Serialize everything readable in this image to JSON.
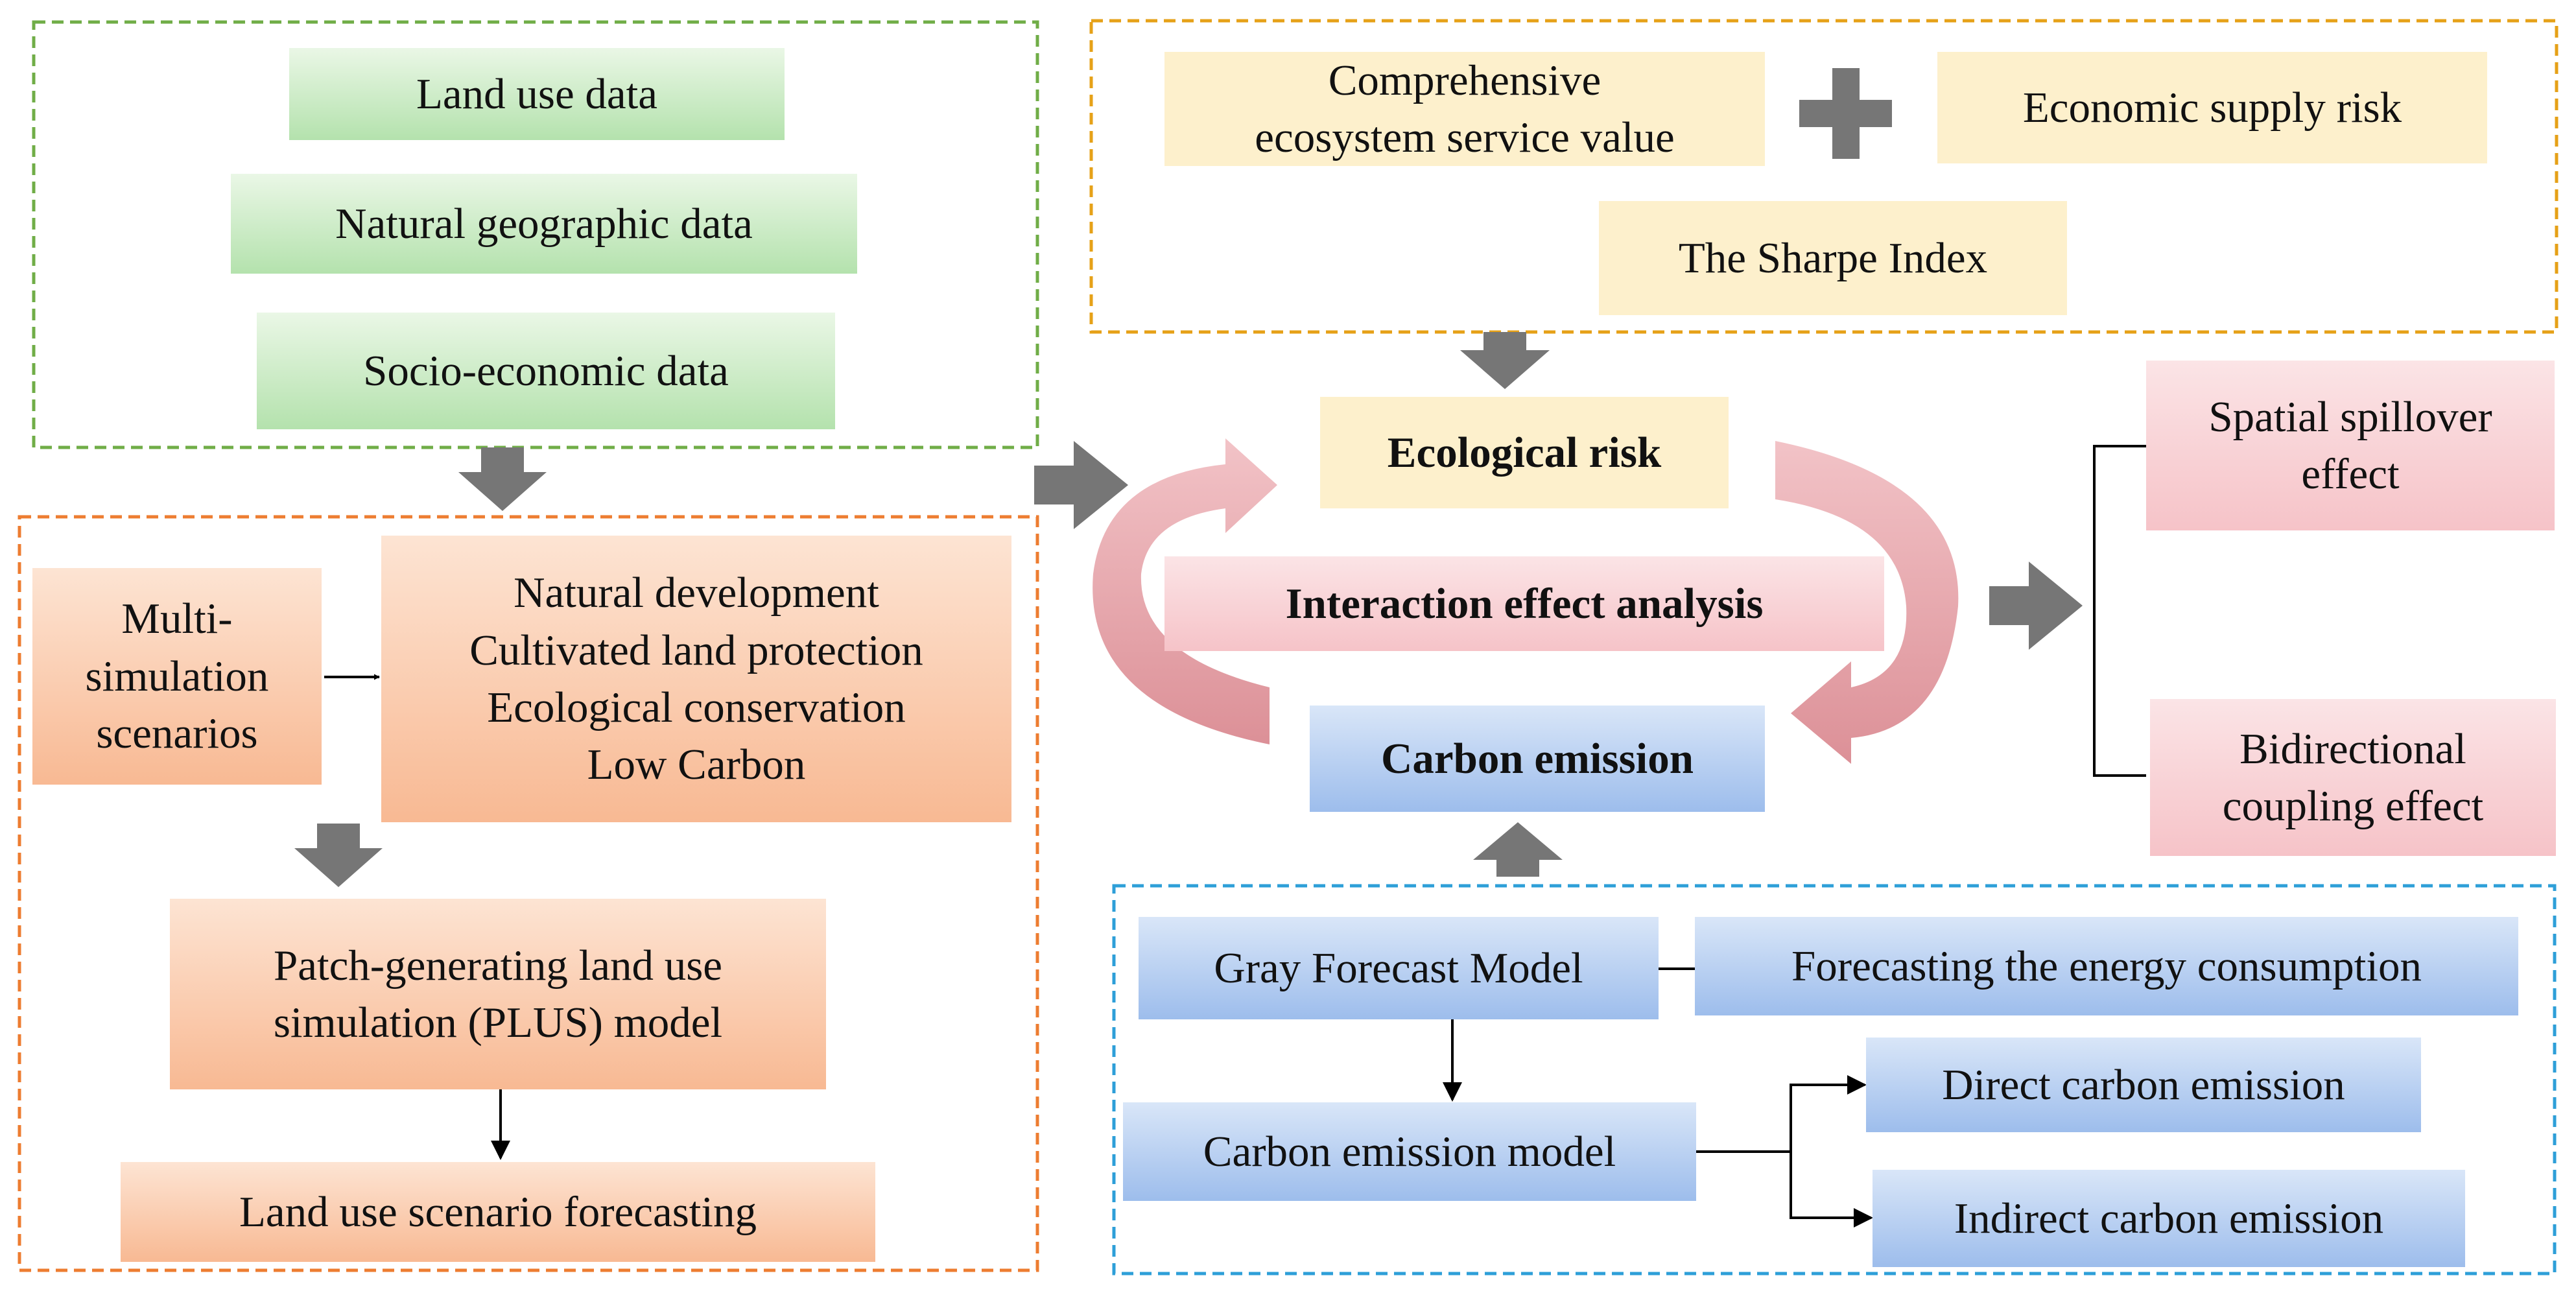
{
  "data_inputs": {
    "land_use": "Land use data",
    "natural_geographic": "Natural geographic  data",
    "socio_economic": "Socio-economic  data"
  },
  "simulation": {
    "multi_scenarios": [
      "Multi-",
      "simulation",
      "scenarios"
    ],
    "scenarios": [
      "Natural development",
      "Cultivated land protection",
      "Ecological  conservation",
      "Low Carbon"
    ],
    "plus_model": [
      "Patch-generating  land use",
      "simulation  (PLUS) model"
    ],
    "forecasting": "Land use scenario  forecasting"
  },
  "ecological": {
    "ecosystem_service": [
      "Comprehensive",
      "ecosystem  service  value"
    ],
    "supply_risk": "Economic  supply risk",
    "sharpe_index": "The Sharpe Index"
  },
  "center": {
    "ecological_risk": "Ecological risk",
    "interaction": "Interaction  effect analysis",
    "carbon_emission": "Carbon  emission"
  },
  "effects": {
    "spatial_spillover": [
      "Spatial  spillover",
      "effect"
    ],
    "bidirectional": [
      "Bidirectional",
      "coupling  effect"
    ]
  },
  "carbon": {
    "gray_model": "Gray Forecast Model",
    "energy_forecast": "Forecasting  the energy  consumption",
    "carbon_model": "Carbon emission  model",
    "direct": "Direct  carbon emission",
    "indirect": "Indirect  carbon emission"
  },
  "colors": {
    "green_frame": "#70ad47",
    "orange_frame": "#ed7d31",
    "yellow_frame": "#e6a118",
    "blue_frame": "#2e9fd8",
    "gray_arrow": "#767676",
    "cycle_arrow": "#e4a2a8"
  }
}
